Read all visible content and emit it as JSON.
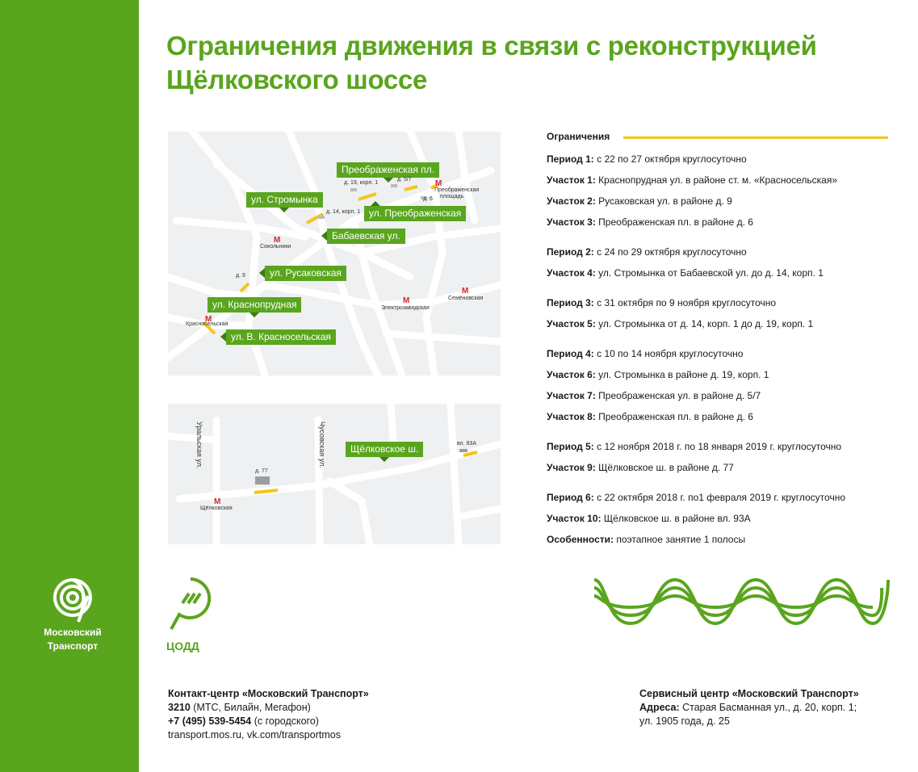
{
  "brand": {
    "name_line1": "Московский",
    "name_line2": "Транспорт"
  },
  "title": {
    "line1": "Ограничения движения в связи с реконструкцией",
    "line2": "Щёлковского шоссе"
  },
  "map1": {
    "labels": {
      "preobr_pl": "Преображенская пл.",
      "stromynka": "ул. Стромынка",
      "preobrazhenskaya": "ул. Преображенская",
      "babaevskaya": "Бабаевская ул.",
      "rusakovskaya": "ул. Русаковская",
      "krasnoprudnaya": "ул. Краснопрудная",
      "v_krasnoselskaya": "ул. В. Красносельская"
    },
    "small": {
      "d57": "д. 5/7",
      "d19": "д. 19, корп. 1",
      "d14": "д. 14, корп. 1",
      "d6": "д. 6",
      "d9": "д. 9",
      "preobr_ploshad_1": "Преображенская",
      "preobr_ploshad_2": "площадь",
      "sokolniki": "Сокольники",
      "elektrozavodskaya": "Электрозаводская",
      "semenovskaya": "Семёновская",
      "krasnoselskaya": "Красносельская"
    }
  },
  "map2": {
    "labels": {
      "schelkovskoe": "Щёлковское ш."
    },
    "small": {
      "uralskaya": "Уральская ул.",
      "chusovskaya": "Чусовская ул.",
      "d77": "д. 77",
      "vl93a": "вл. 93А",
      "schelkovskaya": "Щёлковская"
    }
  },
  "restrictions": {
    "heading": "Ограничения",
    "items": [
      {
        "k": "Период 1:",
        "v": " с 22 по 27 октября круглосуточно"
      },
      {
        "k": "Участок 1:",
        "v": " Краснопрудная ул. в районе ст. м. «Красносельская»"
      },
      {
        "k": "Участок 2:",
        "v": " Русаковская ул. в районе д. 9"
      },
      {
        "k": "Участок 3:",
        "v": " Преображенская пл. в районе д. 6"
      },
      {
        "k": "Период 2:",
        "v": " с 24 по 29 октября круглосуточно"
      },
      {
        "k": "Участок 4:",
        "v": " ул. Стромынка от Бабаевской ул. до д. 14, корп. 1"
      },
      {
        "k": "Период 3:",
        "v": " с 31 октября по 9 ноября круглосуточно"
      },
      {
        "k": "Участок 5:",
        "v": " ул. Стромынка от д. 14, корп. 1 до д. 19, корп. 1"
      },
      {
        "k": "Период 4:",
        "v": " с 10 по 14 ноября круглосуточно"
      },
      {
        "k": "Участок 6:",
        "v": " ул. Стромынка в районе д. 19, корп. 1"
      },
      {
        "k": "Участок 7:",
        "v": " Преображенская ул. в районе д. 5/7"
      },
      {
        "k": "Участок 8:",
        "v": " Преображенская пл. в районе д. 6"
      },
      {
        "k": "Период 5:",
        "v": " с 12 ноября 2018 г. по 18 января 2019 г. круглосуточно"
      },
      {
        "k": "Участок 9:",
        "v": " Щёлковское ш. в районе д. 77"
      },
      {
        "k": "Период 6:",
        "v": " с 22 октября 2018 г. по1 февраля 2019 г. круглосуточно"
      },
      {
        "k": "Участок 10:",
        "v": " Щёлковское ш. в районе вл. 93А"
      },
      {
        "k": "Особенности:",
        "v": " поэтапное занятие 1 полосы"
      }
    ]
  },
  "codd": {
    "label": "ЦОДД"
  },
  "contact_left": {
    "title": "Контакт-центр «Московский Транспорт»",
    "phone_short": "3210",
    "phone_short_note": " (МТС, Билайн, Мегафон)",
    "phone_long": "+7 (495) 539-5454",
    "phone_long_note": " (с городского)",
    "links": "transport.mos.ru, vk.com/transportmos"
  },
  "contact_right": {
    "title": "Сервисный центр «Московский Транспорт»",
    "addr_label": "Адреса:",
    "addr_line1": " Старая Басманная ул., д. 20, корп. 1;",
    "addr_line2": "ул. 1905 года, д. 25"
  },
  "colors": {
    "green": "#5aa51e",
    "yellow": "#f5c518",
    "map_bg": "#eef0f1",
    "metro": "#d8232a"
  }
}
